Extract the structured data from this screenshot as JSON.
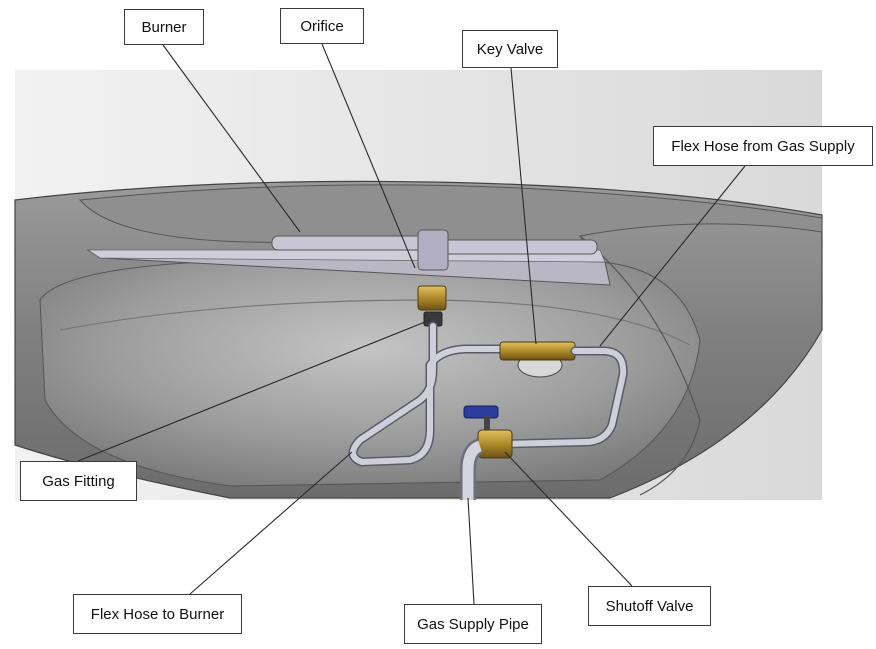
{
  "diagram": {
    "labels": {
      "burner": "Burner",
      "orifice": "Orifice",
      "key_valve": "Key Valve",
      "flex_hose_supply": "Flex Hose from Gas Supply",
      "gas_fitting": "Gas Fitting",
      "flex_hose_burner": "Flex Hose to Burner",
      "gas_supply_pipe": "Gas Supply Pipe",
      "shutoff_valve": "Shutoff Valve"
    },
    "colors": {
      "bowl": "#8c8c8c",
      "pipe": "#c9c9d2",
      "brass": "#b08a2a",
      "valve_handle": "#2b3ea0",
      "leader": "#2a2a2a"
    }
  }
}
